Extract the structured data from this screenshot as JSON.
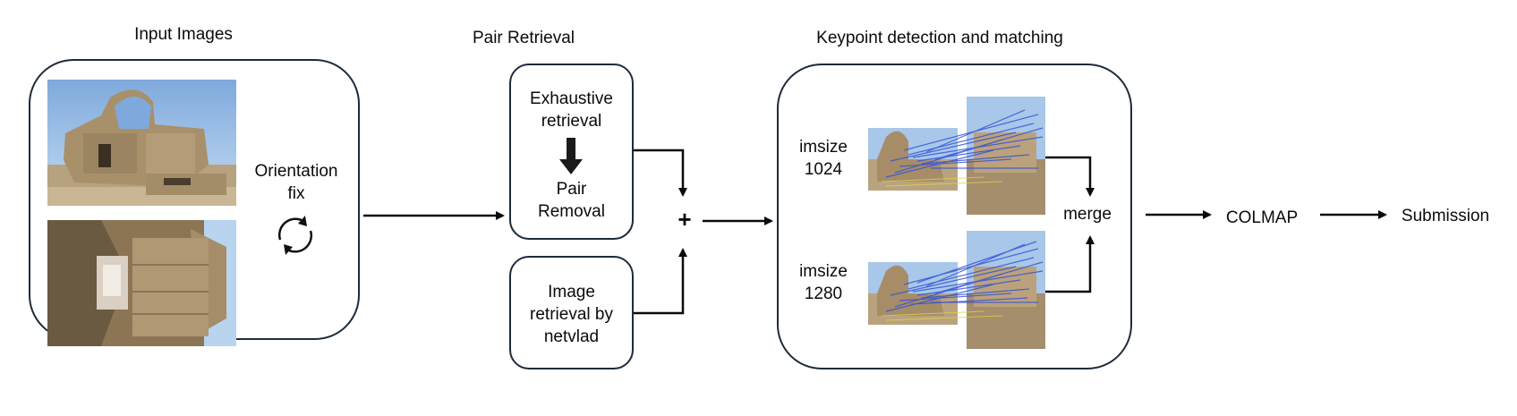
{
  "input_images": {
    "title": "Input Images",
    "orientation_label_line1": "Orientation",
    "orientation_label_line2": "fix",
    "rotate_icon": "rotate-icon",
    "images": [
      "upright-ruin-photo",
      "rotated-ruin-photo"
    ]
  },
  "pair_retrieval": {
    "title": "Pair Retrieval",
    "exhaustive_line1": "Exhaustive",
    "exhaustive_line2": "retrieval",
    "pair_removal_line1": "Pair",
    "pair_removal_line2": "Removal",
    "netvlad_line1": "Image",
    "netvlad_line2": "retrieval by",
    "netvlad_line3": "netvlad",
    "combine_symbol": "+"
  },
  "keypoint": {
    "title": "Keypoint detection and matching",
    "imsize_a_line1": "imsize",
    "imsize_a_line2": "1024",
    "imsize_b_line1": "imsize",
    "imsize_b_line2": "1280",
    "merge_label": "merge"
  },
  "colmap_label": "COLMAP",
  "submission_label": "Submission",
  "colors": {
    "box_border": "#1e2b3c",
    "arrow": "#0b0b0b",
    "match_lines": "#2f4fd8",
    "sky": "#9fc3ea",
    "stone": "#b89f7c"
  }
}
